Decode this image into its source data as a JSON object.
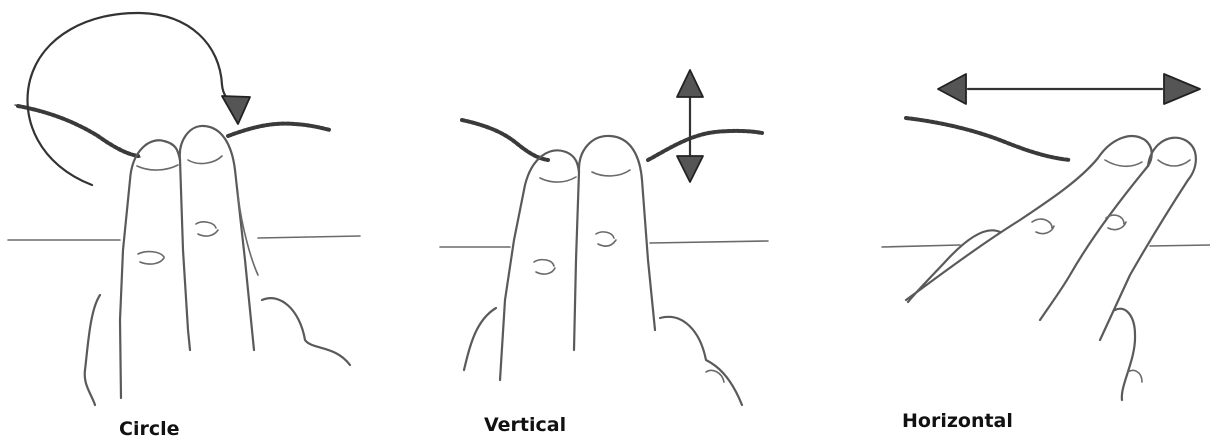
{
  "gestures": [
    {
      "id": "circle",
      "label": "Circle",
      "icon": "two-finger-circle-gesture"
    },
    {
      "id": "vertical",
      "label": "Vertical",
      "icon": "two-finger-vertical-gesture"
    },
    {
      "id": "horizontal",
      "label": "Horizontal",
      "icon": "two-finger-horizontal-gesture"
    }
  ]
}
